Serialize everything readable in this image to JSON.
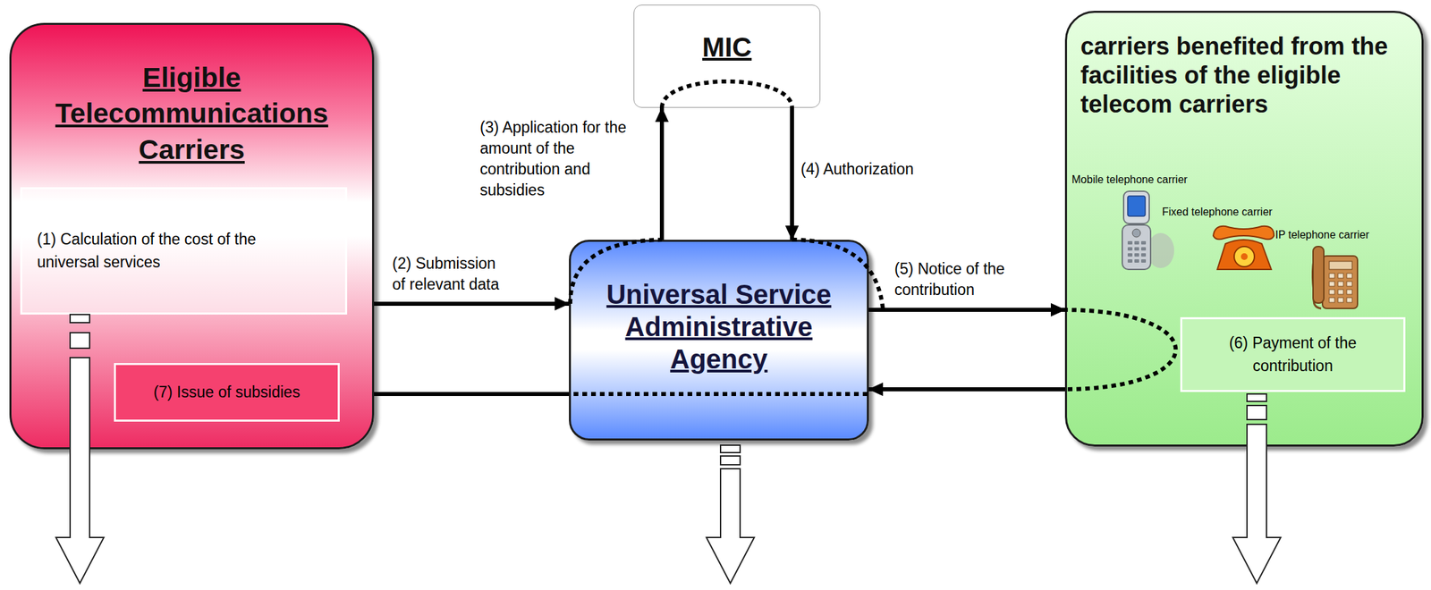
{
  "diagram": {
    "nodes": [
      {
        "text": [
          "Eligible Telecommunications Carriers"
        ]
      },
      {
        "text": [
          "(1) Calculation of the cost of the universal services"
        ],
        "in": 0
      },
      {
        "text": [
          "(7) Issue of subsidies"
        ],
        "in": 0
      },
      {
        "text": [
          "MIC"
        ]
      },
      {
        "text": [
          "Universal Service Administrative Agency"
        ]
      },
      {
        "text": [
          "carriers benefited from the facilities of the eligible telecom carriers"
        ]
      },
      {
        "text": [
          "(6) Payment of the contribution"
        ],
        "in": 5
      }
    ],
    "edges": [
      {
        "from": 0,
        "to": 4,
        "label": "(2) Submission of relevant data",
        "arrow": "to"
      },
      {
        "from": 4,
        "to": 3,
        "label": "(3) Application for the amount of the contribution and subsidies",
        "arrow": "to"
      },
      {
        "from": 3,
        "to": 4,
        "label": "(4) Authorization",
        "arrow": "to"
      },
      {
        "from": 4,
        "to": 5,
        "label": "(5) Notice of the contribution",
        "arrow": "to"
      },
      {
        "from": 5,
        "to": 4,
        "arrow": "to"
      },
      {
        "from": 4,
        "to": 2,
        "arrow": "to"
      }
    ],
    "labels": [
      "Mobile telephone carrier",
      "Fixed telephone carrier",
      "IP telephone carrier"
    ]
  }
}
